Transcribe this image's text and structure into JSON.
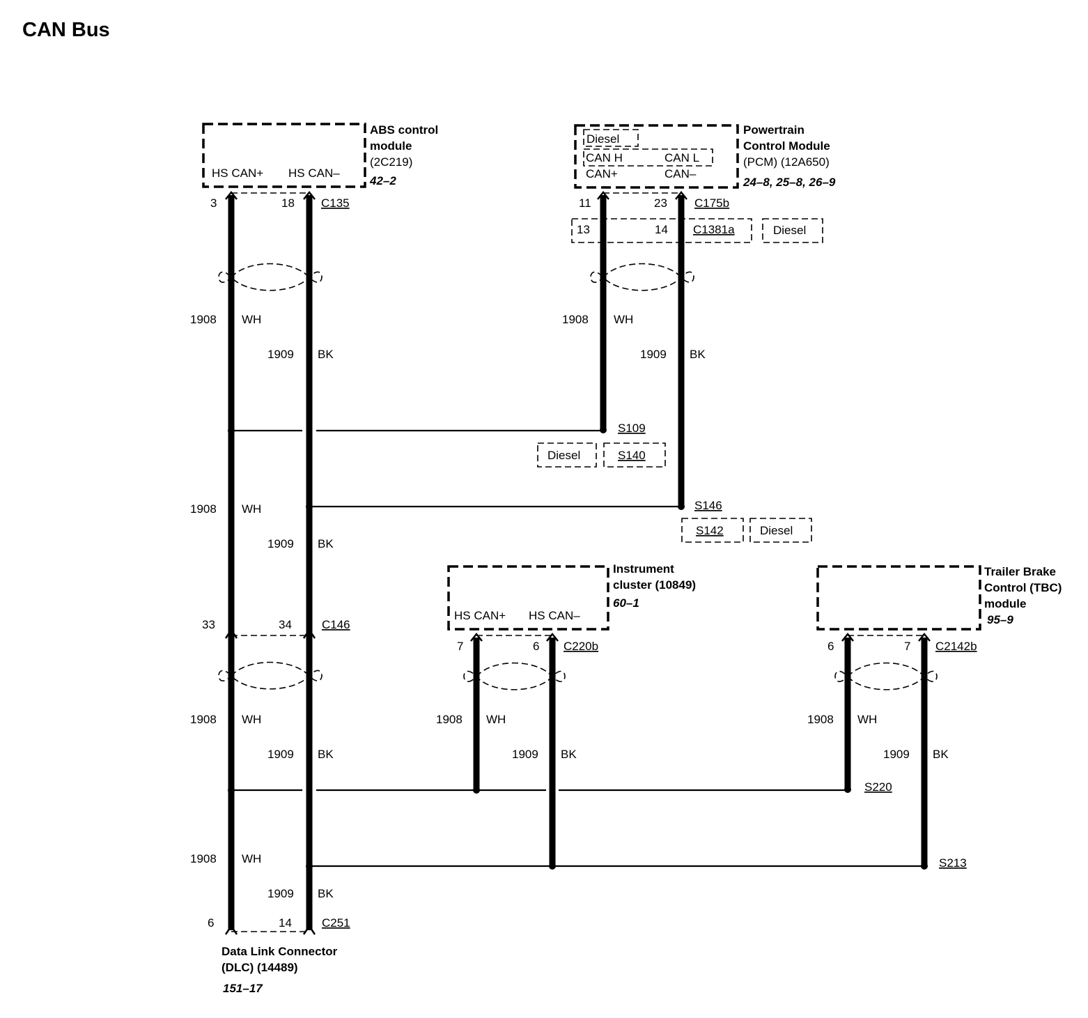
{
  "title": "CAN Bus",
  "abs": {
    "name_lines": [
      "ABS control",
      "module",
      "(2C219)"
    ],
    "ref": "42–2",
    "pins": [
      "HS CAN+",
      "HS CAN–"
    ],
    "pin_numbers": [
      "3",
      "18"
    ],
    "connector": "C135"
  },
  "pcm": {
    "name_lines": [
      "Powertrain",
      "Control Module",
      "(PCM) (12A650)"
    ],
    "ref": "24–8, 25–8, 26–9",
    "diesel_tag": "Diesel",
    "diesel_pins": [
      "CAN H",
      "CAN L"
    ],
    "pins": [
      "CAN+",
      "CAN–"
    ],
    "pin_numbers": [
      "11",
      "23"
    ],
    "connector": "C175b",
    "inline_pin_numbers": [
      "13",
      "14"
    ],
    "inline_connector": "C1381a",
    "inline_tag": "Diesel"
  },
  "wires": {
    "plus_circuit": "1908",
    "plus_color": "WH",
    "minus_circuit": "1909",
    "minus_color": "BK"
  },
  "splices": {
    "s109": "S109",
    "s140": "S140",
    "s140_tag": "Diesel",
    "s146": "S146",
    "s142": "S142",
    "s142_tag": "Diesel",
    "s220": "S220",
    "s213": "S213"
  },
  "c146": {
    "pin_numbers": [
      "33",
      "34"
    ],
    "connector": "C146"
  },
  "ic": {
    "name_lines": [
      "Instrument",
      "cluster (10849)"
    ],
    "ref": "60–1",
    "pins": [
      "HS CAN+",
      "HS CAN–"
    ],
    "pin_numbers": [
      "7",
      "6"
    ],
    "connector": "C220b"
  },
  "tbc": {
    "name_lines": [
      "Trailer Brake",
      "Control (TBC)",
      "module"
    ],
    "ref": "95–9",
    "pin_numbers": [
      "6",
      "7"
    ],
    "connector": "C2142b"
  },
  "dlc": {
    "name_lines": [
      "Data Link Connector",
      "(DLC) (14489)"
    ],
    "ref": "151–17",
    "pin_numbers": [
      "6",
      "14"
    ],
    "connector": "C251"
  }
}
